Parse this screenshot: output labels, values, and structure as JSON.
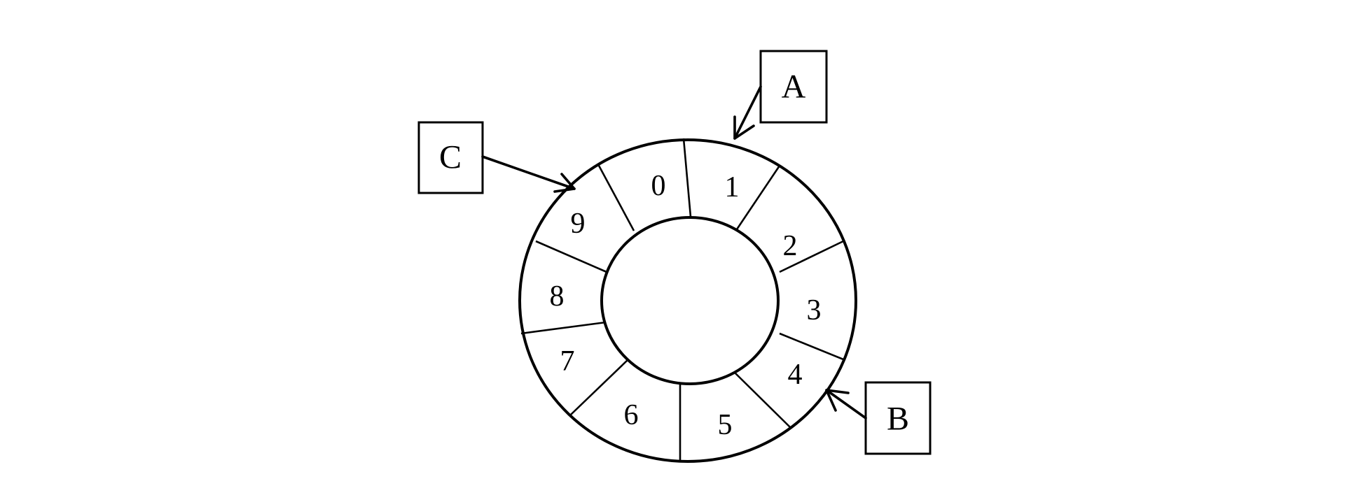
{
  "ring": {
    "segments": [
      "0",
      "1",
      "2",
      "3",
      "4",
      "5",
      "6",
      "7",
      "8",
      "9"
    ]
  },
  "nodes": [
    {
      "id": "A",
      "label": "A",
      "points_to_segment": "1"
    },
    {
      "id": "B",
      "label": "B",
      "points_to_segment": "4"
    },
    {
      "id": "C",
      "label": "C",
      "points_to_segment": "9"
    }
  ],
  "colors": {
    "stroke": "#000000",
    "background": "#ffffff"
  }
}
